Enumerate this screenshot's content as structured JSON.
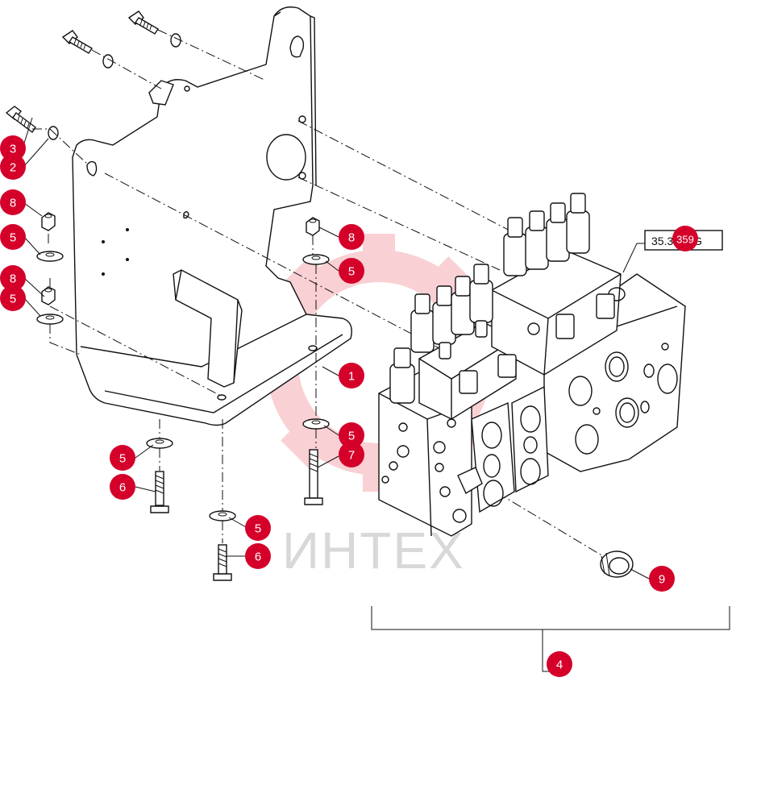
{
  "watermark": {
    "text": "ИНТЕХ",
    "color": "#e8303a"
  },
  "reference_label": {
    "text": "35.359AG"
  },
  "callout_color": "#d4002a",
  "callouts": [
    {
      "id": "c1",
      "label": "3"
    },
    {
      "id": "c2",
      "label": "2"
    },
    {
      "id": "c3",
      "label": "8"
    },
    {
      "id": "c4",
      "label": "5"
    },
    {
      "id": "c5",
      "label": "8"
    },
    {
      "id": "c6",
      "label": "5"
    },
    {
      "id": "c7",
      "label": "8"
    },
    {
      "id": "c8",
      "label": "5"
    },
    {
      "id": "c9",
      "label": "1"
    },
    {
      "id": "c10",
      "label": "5"
    },
    {
      "id": "c11",
      "label": "7"
    },
    {
      "id": "c12",
      "label": "5"
    },
    {
      "id": "c13",
      "label": "6"
    },
    {
      "id": "c14",
      "label": "5"
    },
    {
      "id": "c15",
      "label": "6"
    },
    {
      "id": "c16",
      "label": "9"
    },
    {
      "id": "c17",
      "label": "4"
    },
    {
      "id": "c18",
      "label": "359"
    }
  ]
}
